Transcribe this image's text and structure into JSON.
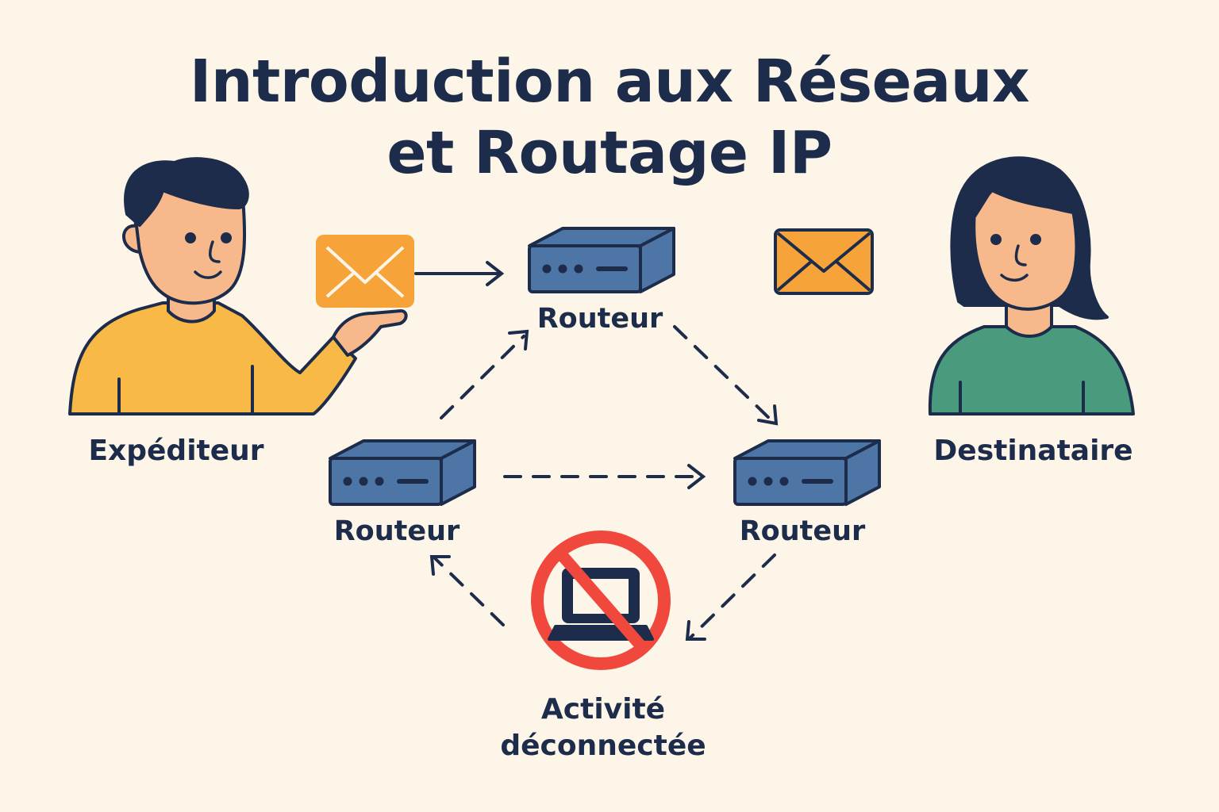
{
  "title": {
    "line1": "Introduction aux Réseaux",
    "line2": "et Routage IP"
  },
  "nodes": {
    "sender": "Expéditeur",
    "recipient": "Destinataire",
    "router_top": "Routeur",
    "router_left": "Routeur",
    "router_right": "Routeur",
    "disconnected": {
      "line1": "Activité",
      "line2": "déconnectée"
    }
  },
  "colors": {
    "background": "#fdf5e7",
    "ink": "#1c2c4a",
    "router_blue": "#4d76a6",
    "envelope_orange": "#f6a33a",
    "sender_shirt": "#f9b946",
    "recipient_shirt": "#4a9a7e",
    "skin": "#f7b98b",
    "blocked_red": "#f0483c"
  },
  "icons": [
    "person-sender",
    "person-recipient",
    "envelope-icon",
    "router-icon",
    "laptop-icon",
    "no-entry-icon"
  ]
}
